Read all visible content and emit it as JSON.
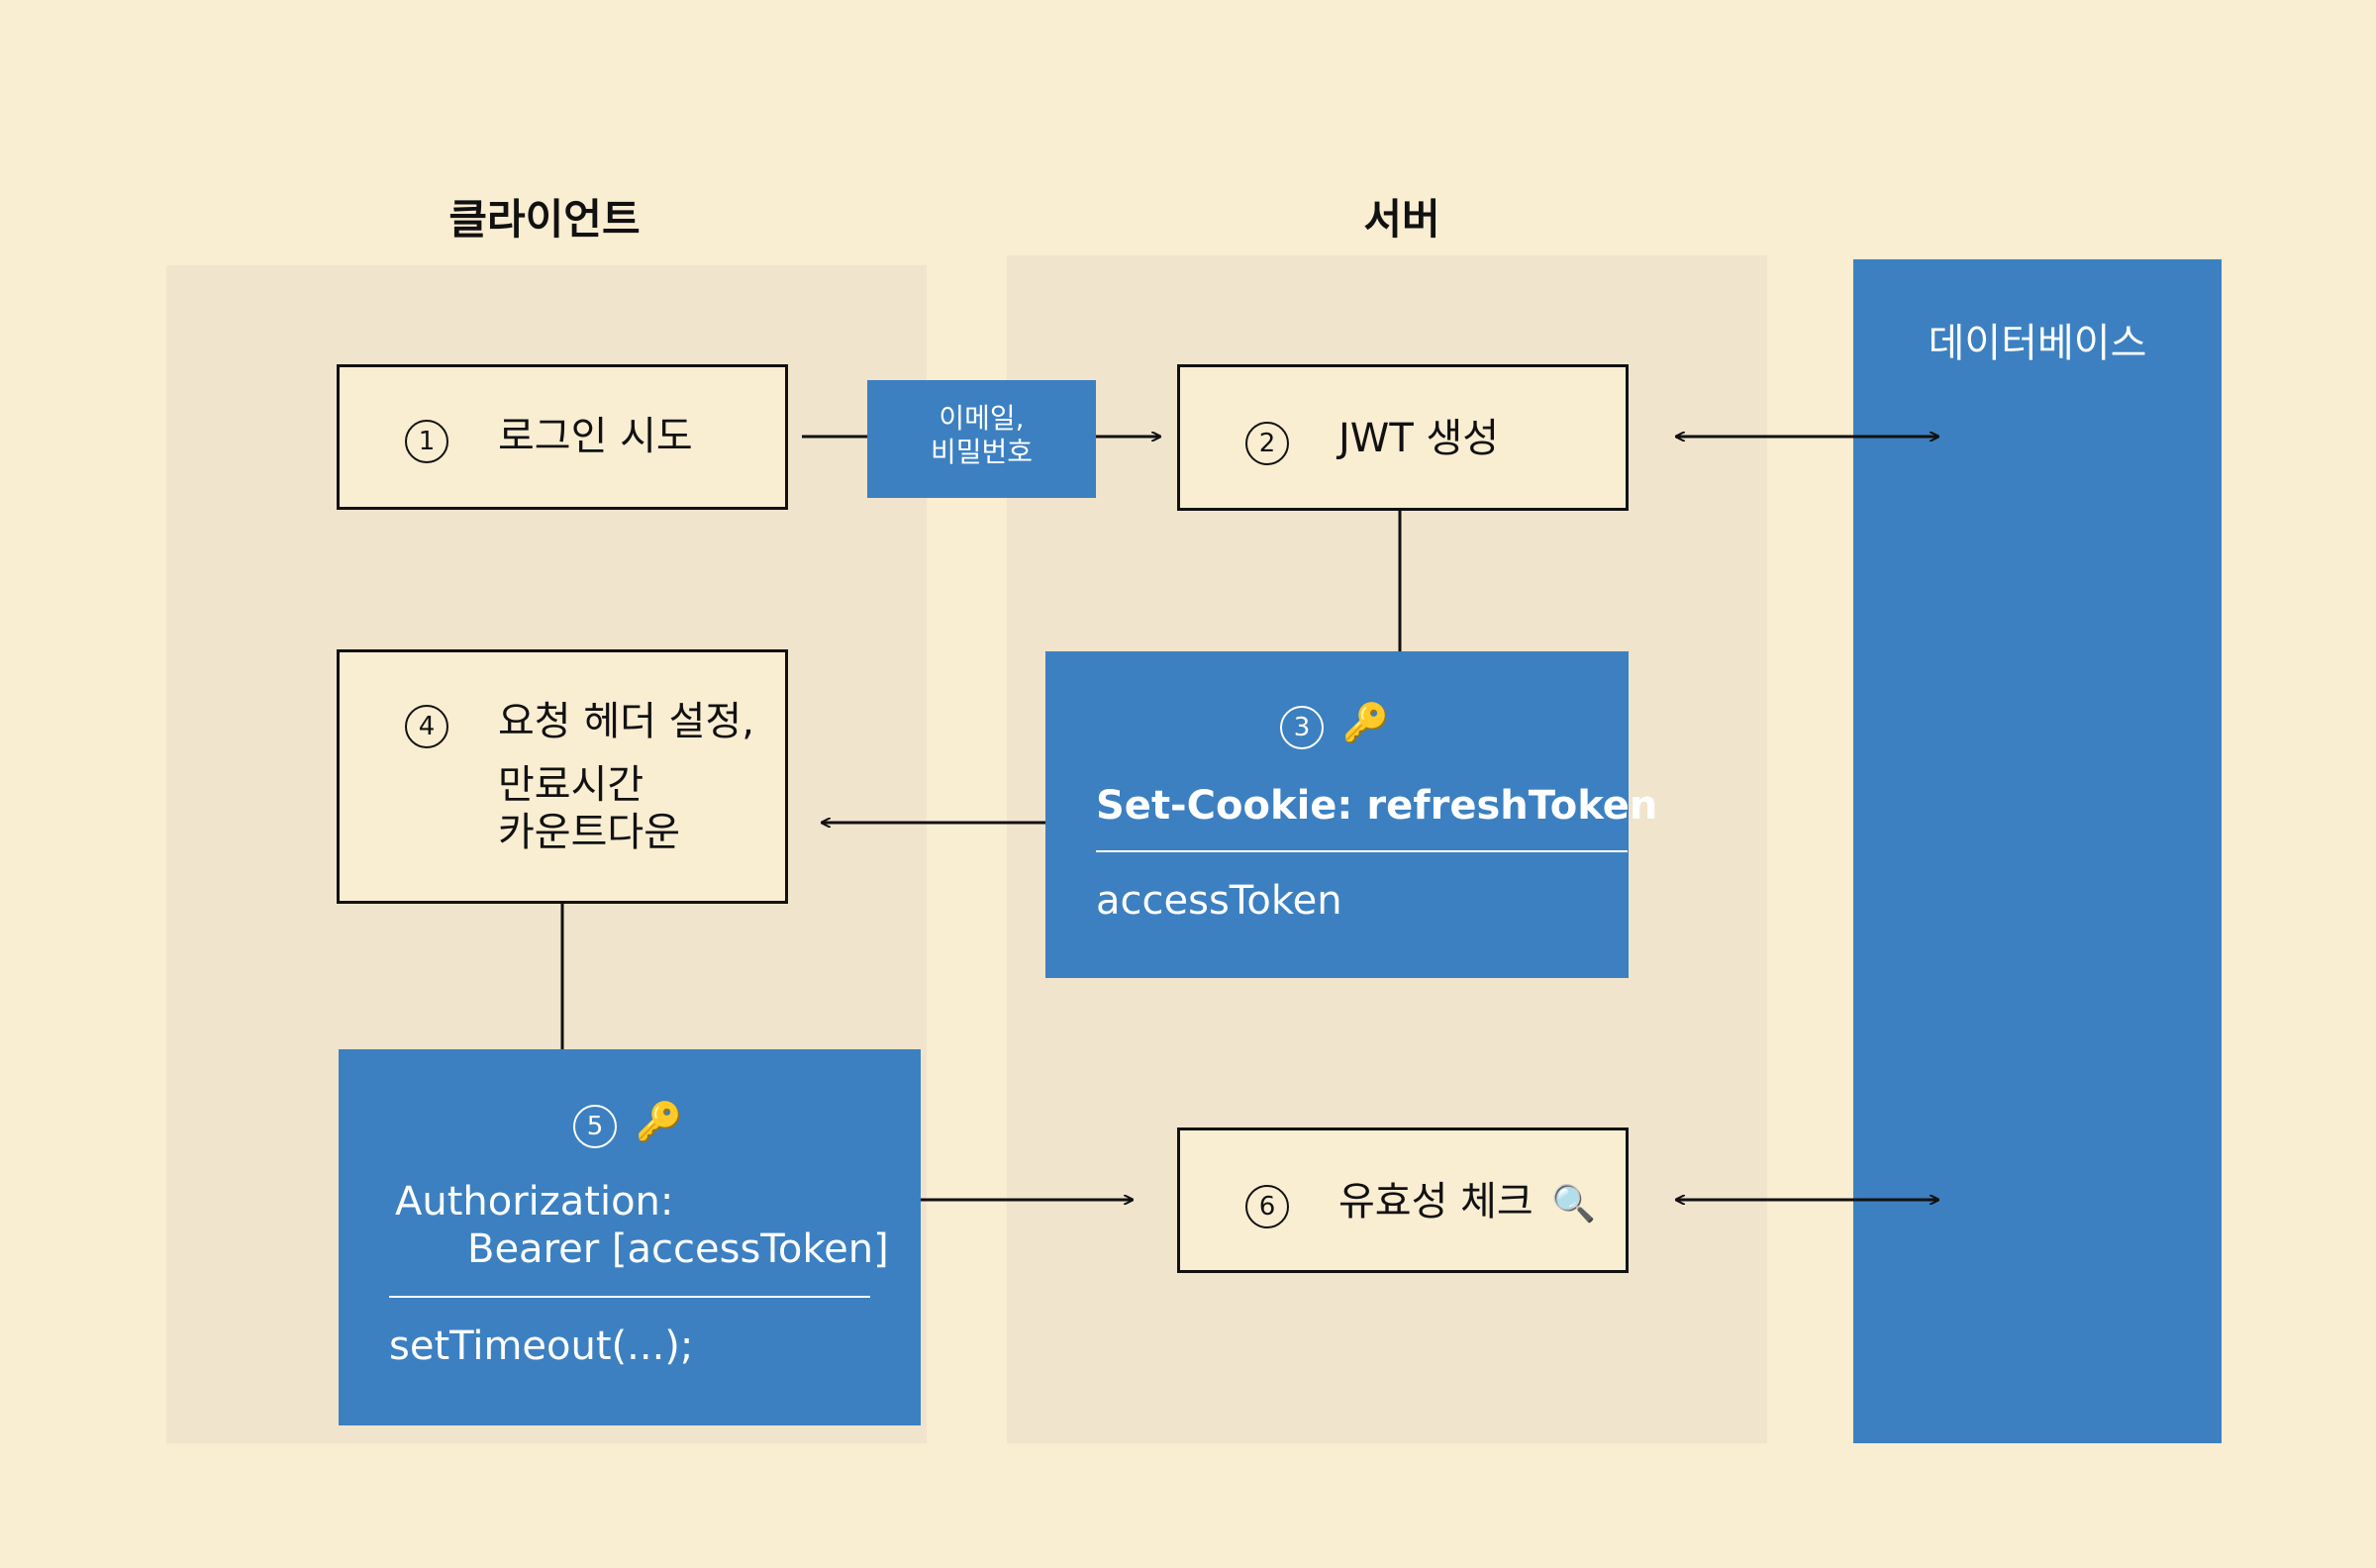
{
  "lanes": {
    "client_title": "클라이언트",
    "server_title": "서버",
    "database_title": "데이터베이스"
  },
  "steps": {
    "s1": {
      "num": "1",
      "label": "로그인 시도"
    },
    "s2": {
      "num": "2",
      "label": "JWT 생성"
    },
    "s3": {
      "num": "3",
      "cookie": "Set-Cookie: refreshToken",
      "token": "accessToken"
    },
    "s4": {
      "num": "4",
      "line1": "요청 헤더 설정,",
      "line2": "만료시간",
      "line3": "카운트다운"
    },
    "s5": {
      "num": "5",
      "header1": "Authorization:",
      "header2": "Bearer [accessToken]",
      "code": "setTimeout(...);"
    },
    "s6": {
      "num": "6",
      "label": "유효성 체크"
    }
  },
  "edge_labels": {
    "credentials_line1": "이메일,",
    "credentials_line2": "비밀번호"
  },
  "icons": {
    "key": "key-icon",
    "magnifier": "magnifier-icon"
  },
  "colors": {
    "background": "#F9EDD2",
    "lane": "#F0E4CC",
    "accent_blue": "#3C80C1"
  }
}
